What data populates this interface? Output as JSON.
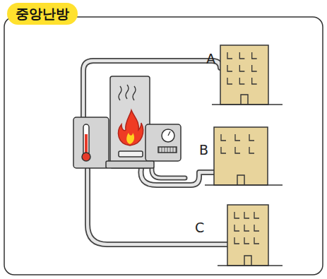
{
  "diagram": {
    "title": "중앙난방",
    "labels": [
      "A",
      "B",
      "C"
    ]
  }
}
